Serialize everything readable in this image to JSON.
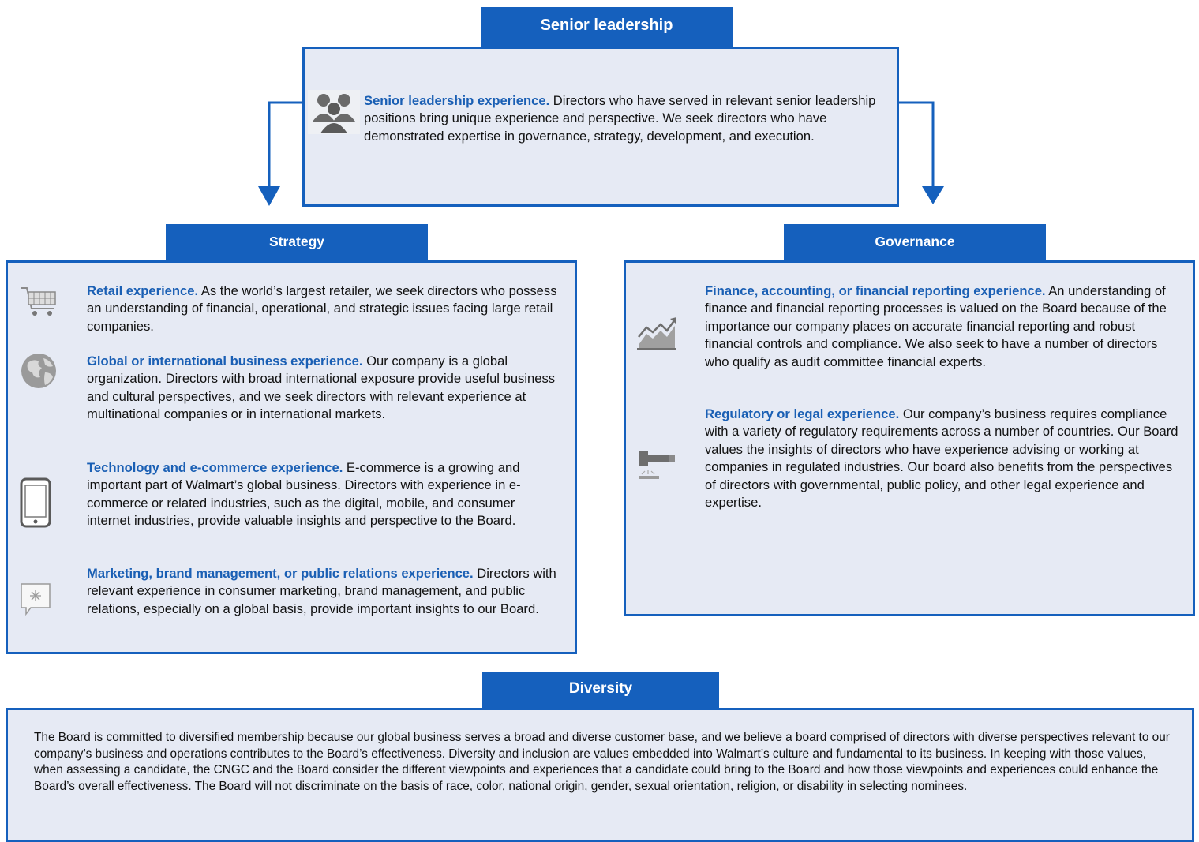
{
  "senior": {
    "title": "Senior leadership",
    "lead": "Senior leadership experience.",
    "text": " Directors who have served in relevant senior leadership positions bring unique experience and perspective. We seek directors who have demonstrated expertise in governance, strategy, development, and execution."
  },
  "strategy": {
    "title": "Strategy",
    "items": [
      {
        "icon": "shopping-cart-icon",
        "lead": "Retail experience.",
        "text": " As the world’s largest retailer, we seek directors who possess an understanding of financial, operational, and strategic issues facing large retail companies."
      },
      {
        "icon": "globe-icon",
        "lead": "Global or international business experience.",
        "text": " Our company is a global organization. Directors with broad international exposure provide useful business and cultural perspectives, and we seek directors with relevant experience at multinational companies or in international markets."
      },
      {
        "icon": "smartphone-icon",
        "lead": "Technology and e-commerce experience.",
        "text": " E-commerce is a growing and important part of Walmart’s global business. Directors with experience in e-commerce or related industries, such as the digital, mobile, and consumer internet industries, provide valuable insights and perspective to the Board."
      },
      {
        "icon": "speech-bubble-icon",
        "lead": "Marketing, brand management, or public relations experience.",
        "text": " Directors with relevant experience in consumer marketing, brand management, and public relations, especially on a global basis, provide important insights to our Board."
      }
    ]
  },
  "governance": {
    "title": "Governance",
    "items": [
      {
        "icon": "chart-trend-icon",
        "lead": "Finance, accounting, or financial reporting experience.",
        "text": " An understanding of finance and financial reporting processes is valued on the Board because of the importance our company places on accurate financial reporting and robust financial controls and compliance. We also seek to have a number of directors who qualify as audit committee financial experts."
      },
      {
        "icon": "gavel-icon",
        "lead": "Regulatory or legal experience.",
        "text": " Our company’s business requires compliance with a variety of regulatory requirements across a number of countries. Our Board values the insights of directors who have experience advising or working at companies in regulated industries. Our board also benefits from the perspectives of directors with governmental, public policy, and other legal experience and expertise."
      }
    ]
  },
  "diversity": {
    "title": "Diversity",
    "text": "The Board is committed to diversified membership because our global business serves a broad and diverse customer base, and we believe a board comprised of directors with diverse perspectives relevant to our company’s business and operations contributes to the Board’s effectiveness. Diversity and inclusion are values embedded into Walmart’s culture and fundamental to its business. In keeping with those values, when assessing a candidate, the CNGC and the Board consider the different viewpoints and experiences that a candidate could bring to the Board and how those viewpoints and experiences could enhance the Board’s overall effectiveness. The Board will not discriminate on the basis of race, color, national origin, gender, sexual orientation, religion, or disability in selecting nominees."
  },
  "colors": {
    "accent": "#1560bd",
    "panel": "#e6eaf4",
    "lead_text": "#1a5fb4"
  }
}
